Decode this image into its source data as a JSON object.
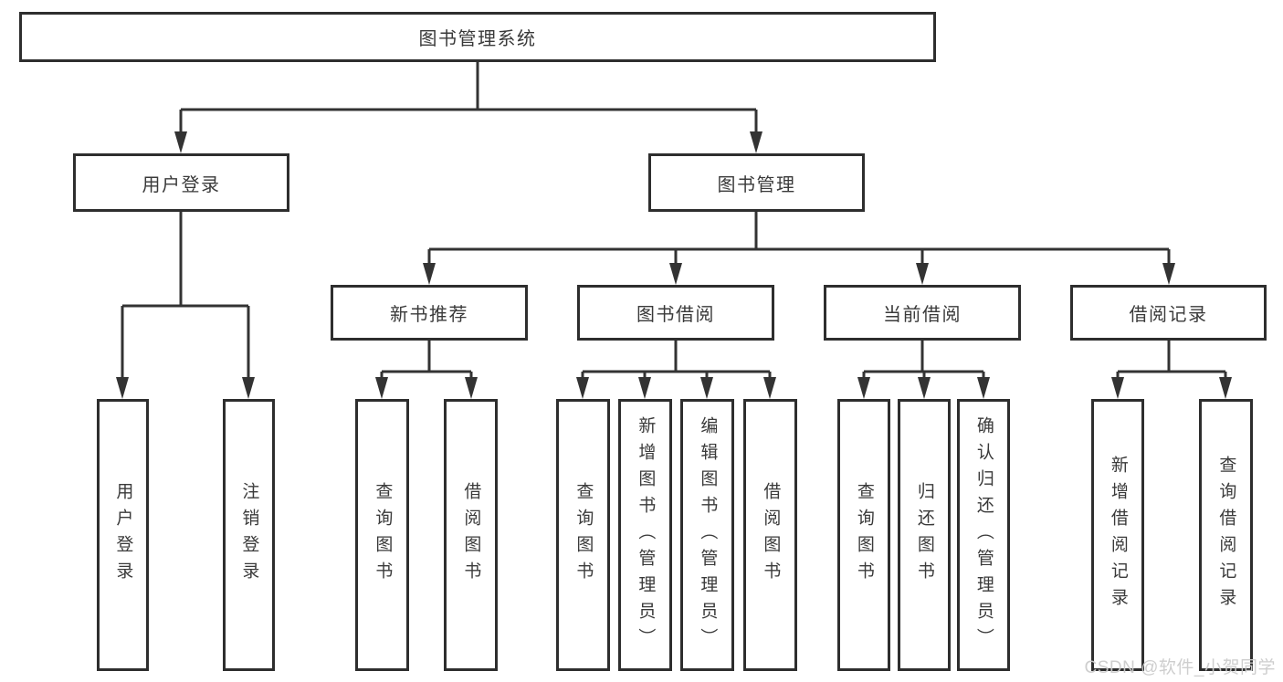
{
  "tree": {
    "root": {
      "label": "图书管理系统"
    },
    "children": [
      {
        "label": "用户登录",
        "children": [
          {
            "label": "用户登录"
          },
          {
            "label": "注销登录"
          }
        ]
      },
      {
        "label": "图书管理",
        "children": [
          {
            "label": "新书推荐",
            "children": [
              {
                "label": "查询图书"
              },
              {
                "label": "借阅图书"
              }
            ]
          },
          {
            "label": "图书借阅",
            "children": [
              {
                "label": "查询图书"
              },
              {
                "label": "新增图书（管理员）"
              },
              {
                "label": "编辑图书（管理员）"
              },
              {
                "label": "借阅图书"
              }
            ]
          },
          {
            "label": "当前借阅",
            "children": [
              {
                "label": "查询图书"
              },
              {
                "label": "归还图书"
              },
              {
                "label": "确认归还（管理员）"
              }
            ]
          },
          {
            "label": "借阅记录",
            "children": [
              {
                "label": "新增借阅记录"
              },
              {
                "label": "查询借阅记录"
              }
            ]
          }
        ]
      }
    ]
  },
  "watermark": {
    "text": "CSDN @软件_小贺同学"
  },
  "colors": {
    "line": "#333333",
    "box_border": "#2e2e2e",
    "text": "#3a3a3a",
    "watermark": "#cccccc",
    "background": "#ffffff"
  }
}
